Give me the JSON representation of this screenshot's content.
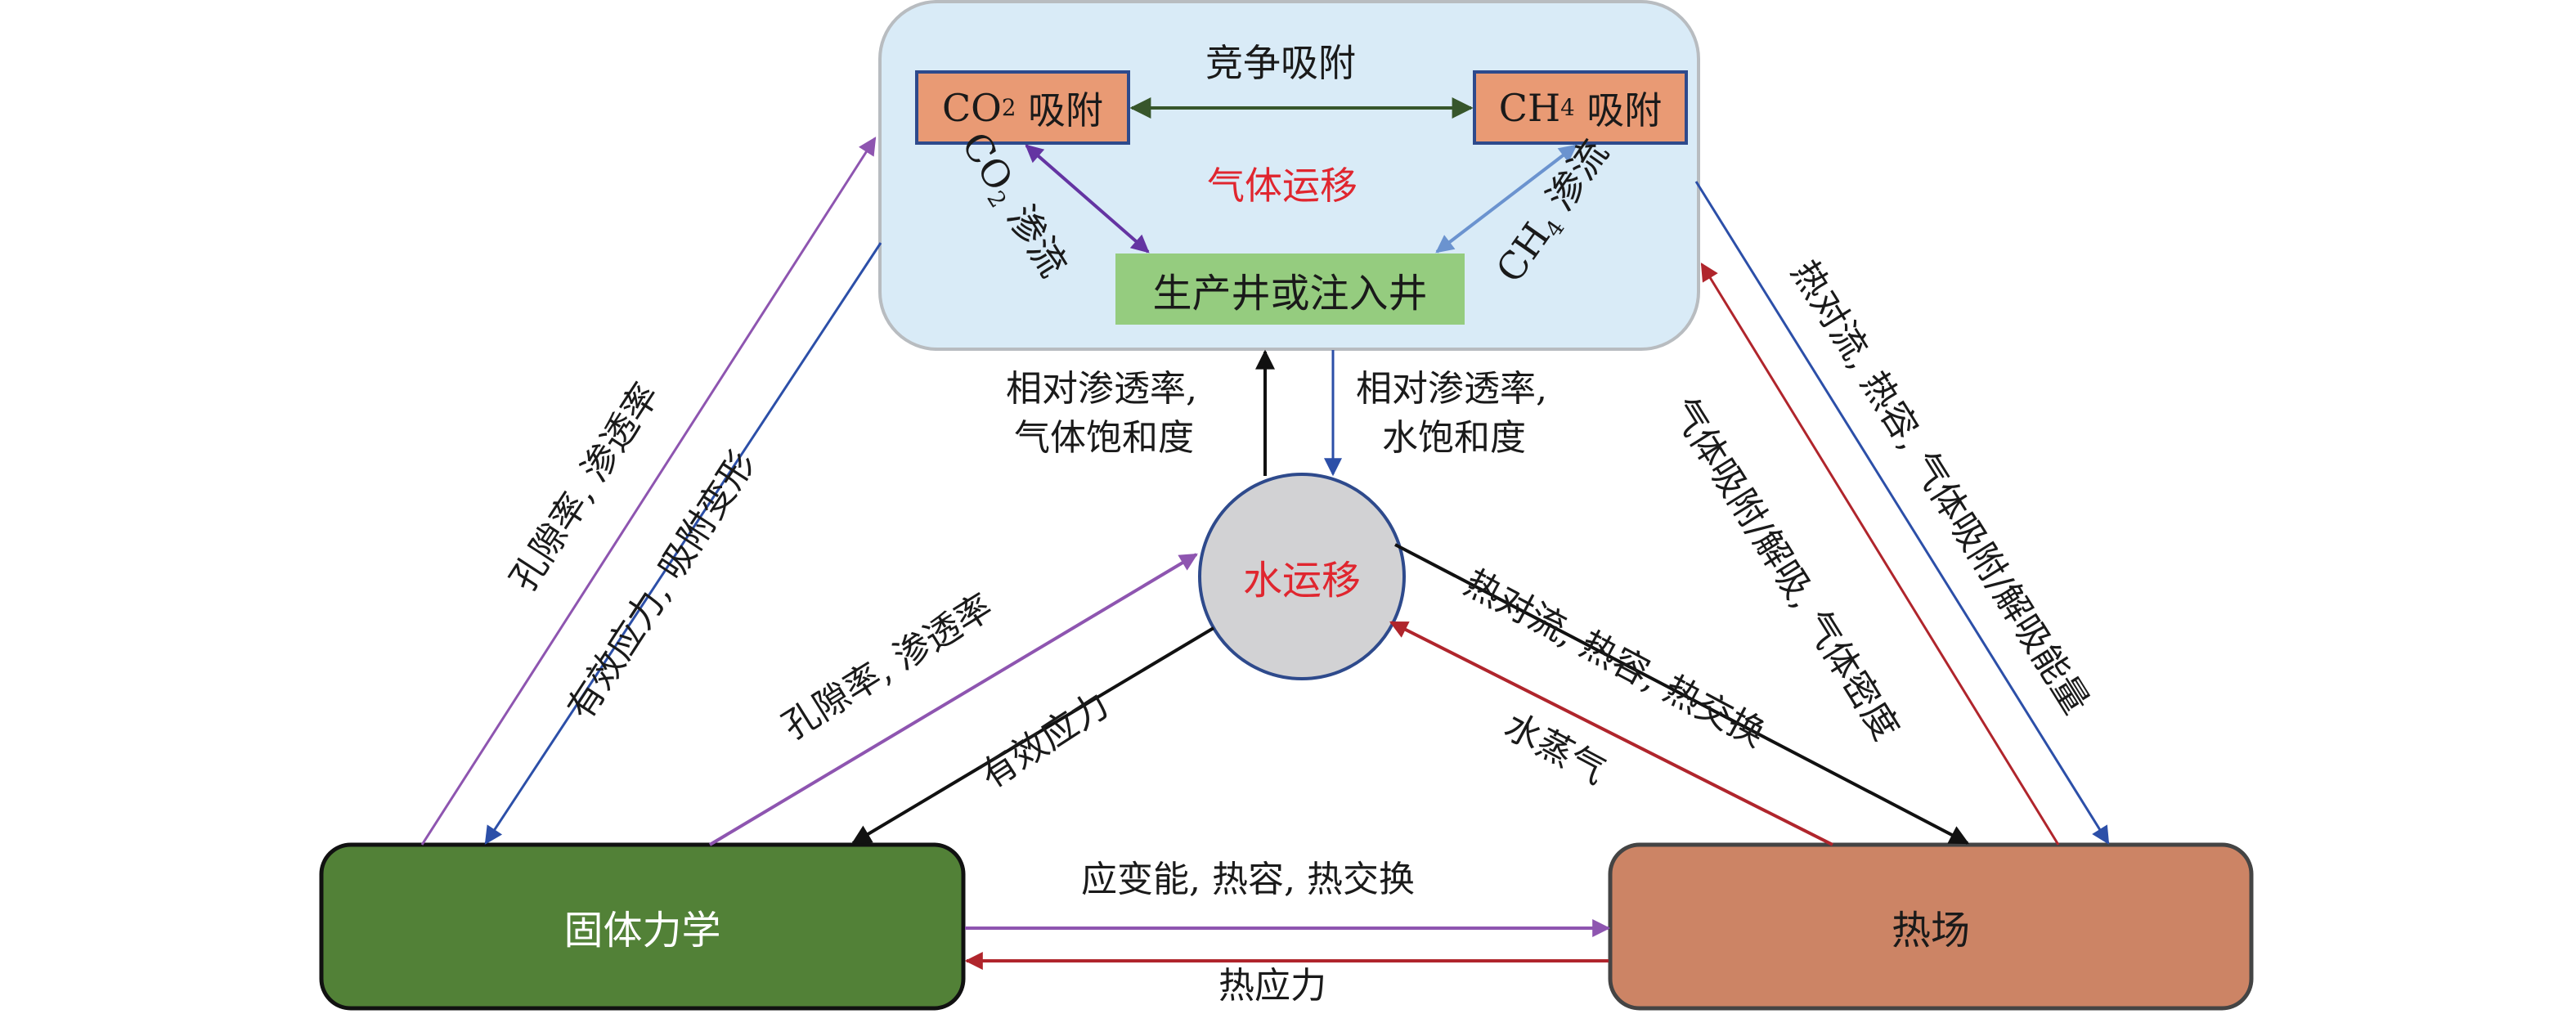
{
  "title": "多物理场耦合关系示意图",
  "nodes": {
    "gas_migration": {
      "label": "气体运移",
      "color": "#e0262f",
      "fill": "#d9ebf7"
    },
    "co2_adsorption": {
      "label_prefix": "CO",
      "label_sub": "2",
      "label_suffix": " 吸附",
      "fill": "#e99a74"
    },
    "ch4_adsorption": {
      "label_prefix": "CH",
      "label_sub": "4",
      "label_suffix": " 吸附",
      "fill": "#e99a74"
    },
    "well": {
      "label": "生产井或注入井",
      "fill": "#95cc7f"
    },
    "water_migration": {
      "label": "水运移",
      "color": "#e0262f",
      "fill": "#d2d2d4"
    },
    "solid_mechanics": {
      "label": "固体力学",
      "fill": "#528137",
      "text_color": "#ffffff"
    },
    "thermal_field": {
      "label": "热场",
      "fill": "#cc8465"
    }
  },
  "edges": {
    "competitive_adsorption": {
      "label": "竞争吸附",
      "color": "#37562b"
    },
    "co2_seepage": {
      "label_prefix": "CO",
      "label_sub": "2",
      "label_suffix": " 渗流",
      "color": "#6434a2"
    },
    "ch4_seepage": {
      "label_prefix": "CH",
      "label_sub": "4",
      "label_suffix": " 渗流",
      "color": "#6b93cf"
    },
    "water_to_gas": {
      "line1": "相对渗透率,",
      "line2": "气体饱和度",
      "color": "#111111"
    },
    "gas_to_water": {
      "line1": "相对渗透率,",
      "line2": "水饱和度",
      "color": "#2c4fa8"
    },
    "solid_to_gas": {
      "label": "孔隙率, 渗透率",
      "color": "#8e55b0"
    },
    "gas_to_solid": {
      "label": "有效应力, 吸附变形",
      "color": "#2c4fa8"
    },
    "solid_to_water": {
      "label": "孔隙率, 渗透率",
      "color": "#8e55b0"
    },
    "water_to_solid": {
      "label": "有效应力",
      "color": "#111111"
    },
    "water_to_thermal": {
      "label": "热对流, 热容, 热交换",
      "color": "#111111"
    },
    "thermal_to_water": {
      "label": "水蒸气",
      "color": "#b0252c"
    },
    "thermal_to_gas": {
      "label": "气体吸附/解吸, 气体密度",
      "color": "#b0252c"
    },
    "gas_to_thermal": {
      "label": "热对流, 热容, 气体吸附/解吸能量",
      "color": "#2c4fa8"
    },
    "solid_to_thermal": {
      "label": "应变能, 热容, 热交换",
      "color": "#8e55b0"
    },
    "thermal_to_solid": {
      "label": "热应力",
      "color": "#b0252c"
    }
  }
}
